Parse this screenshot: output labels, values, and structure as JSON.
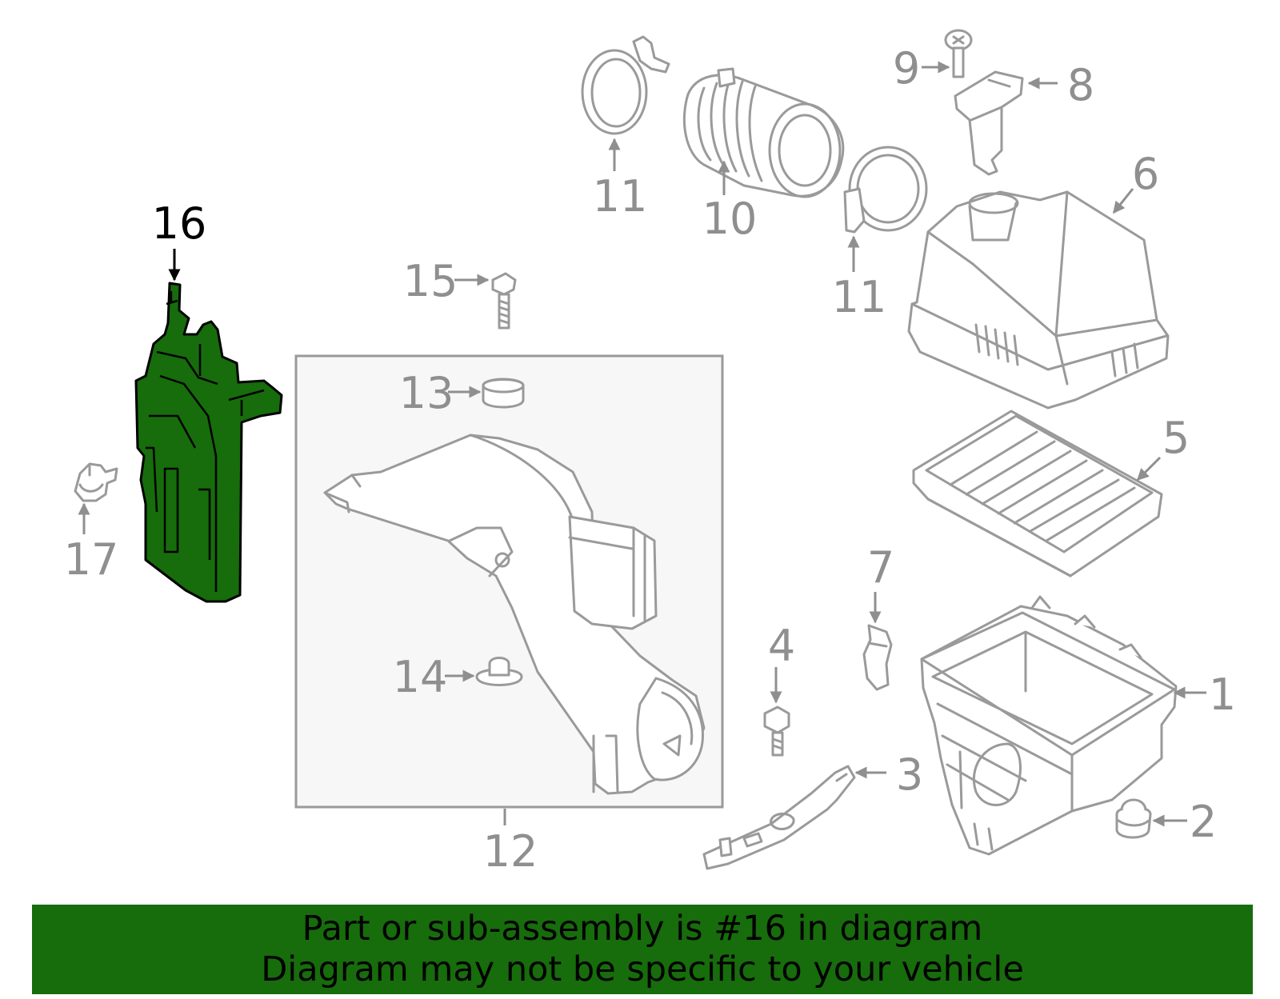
{
  "diagram": {
    "highlight_color": "#176c0c",
    "highlighted_part": "16",
    "callouts": [
      "1",
      "2",
      "3",
      "4",
      "5",
      "6",
      "7",
      "8",
      "9",
      "10",
      "11",
      "11",
      "12",
      "13",
      "14",
      "15",
      "16",
      "17"
    ]
  },
  "banner": {
    "background": "#176c0c",
    "line1": "Part or sub-assembly is #16 in diagram",
    "line2": "Diagram may not be specific to your vehicle"
  }
}
